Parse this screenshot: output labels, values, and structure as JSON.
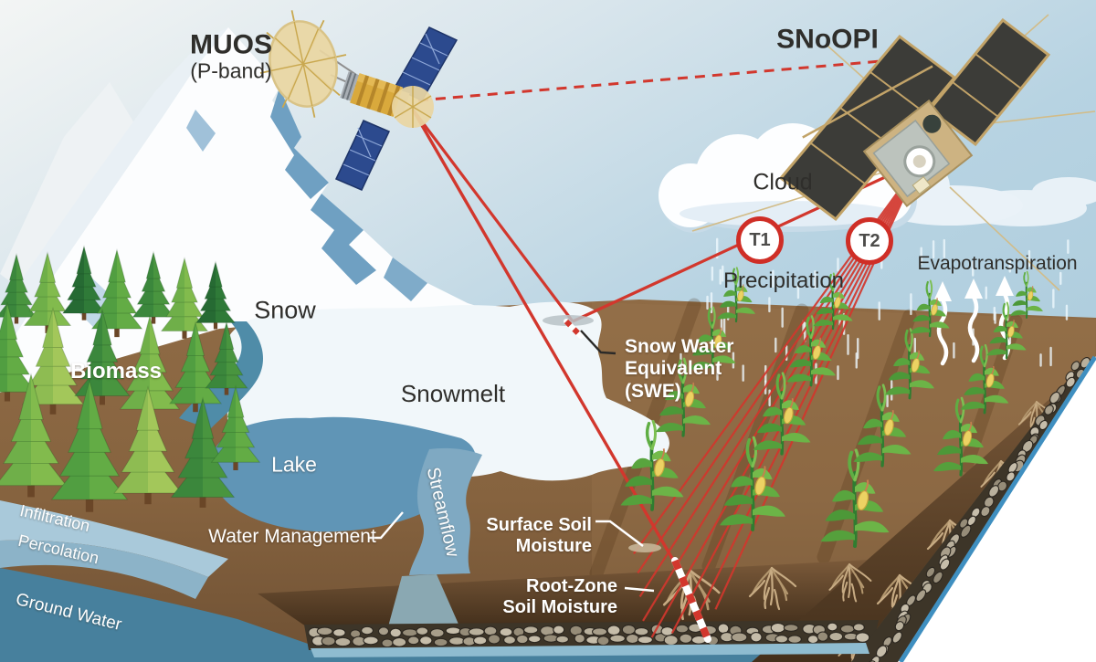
{
  "satellites": {
    "muos": {
      "name": "MUOS",
      "band": "(P-band)"
    },
    "snoopi": {
      "name": "SNoOPI"
    }
  },
  "badges": {
    "t1": "T1",
    "t2": "T2"
  },
  "atmosphere": {
    "cloud": "Cloud",
    "precipitation": "Precipitation",
    "evapotranspiration": "Evapotranspiration"
  },
  "terrain": {
    "snow": "Snow",
    "biomass": "Biomass",
    "snowmelt": "Snowmelt",
    "lake": "Lake",
    "water_management": "Water Management",
    "streamflow": "Streamflow"
  },
  "subsurface": {
    "infiltration": "Infiltration",
    "percolation": "Percolation",
    "ground_water": "Ground Water"
  },
  "measurements": {
    "swe": [
      "Snow Water",
      "Equivalent",
      "(SWE)"
    ],
    "surface_soil": [
      "Surface Soil",
      "Moisture"
    ],
    "root_zone": [
      "Root-Zone",
      "Soil Moisture"
    ]
  },
  "colors": {
    "beam_red": "#d2372d",
    "badge_ring": "#cf2e26",
    "sky_blue": "#b7d3e2",
    "soil_brown": "#8a6743",
    "lake_blue": "#6095b6",
    "ground_water_teal": "#47809d",
    "snow_white": "#f1f7fa",
    "muos_panel_blue": "#2c4a8e",
    "snoopi_panel_gray": "#3c3c38",
    "dish_tan": "#e9d6a2",
    "cut_edge_blue": "#3f8fc0",
    "text_dark": "#2f2e2b",
    "text_light": "#ffffff"
  }
}
